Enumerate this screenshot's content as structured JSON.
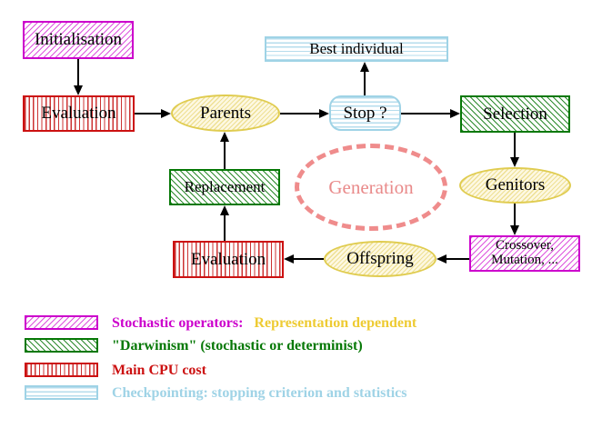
{
  "nodes": {
    "initialisation": "Initialisation",
    "evaluation_top": "Evaluation",
    "parents": "Parents",
    "best_individual": "Best individual",
    "stop": "Stop ?",
    "selection": "Selection",
    "replacement": "Replacement",
    "generation": "Generation",
    "genitors": "Genitors",
    "crossover_line1": "Crossover,",
    "crossover_line2": "Mutation, ...",
    "offspring": "Offspring",
    "evaluation_bottom": "Evaluation"
  },
  "legend": {
    "items": [
      {
        "swatch": "magenta-diagonal-hatch",
        "label": "Stochastic operators:",
        "extra": "Representation dependent"
      },
      {
        "swatch": "green-diagonal-hatch",
        "label": "\"Darwinism\" (stochastic or determinist)",
        "extra": ""
      },
      {
        "swatch": "red-vertical-lines",
        "label": "Main CPU cost",
        "extra": ""
      },
      {
        "swatch": "cyan-horizontal-lines",
        "label": "Checkpointing: stopping criterion and statistics",
        "extra": ""
      }
    ]
  },
  "colors": {
    "magenta": "#cc00cc",
    "green": "#067806",
    "red": "#cc1111",
    "cyan": "#9fd3e6",
    "yellow_border": "#e0cc50",
    "gold_text": "#eecb33",
    "coral_dashed": "#ef8c8c",
    "arrow": "#000000",
    "background": "#ffffff"
  }
}
